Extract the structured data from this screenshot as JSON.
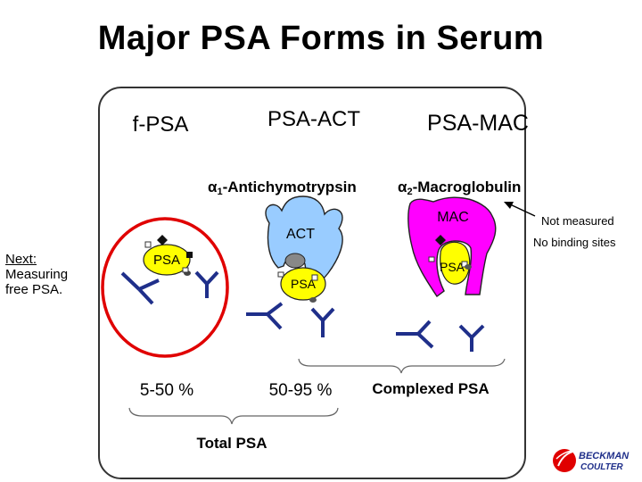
{
  "title": "Major PSA Forms in Serum",
  "forms": {
    "free": {
      "heading": "f-PSA",
      "molecule": "PSA",
      "percentage": "5-50 %"
    },
    "act": {
      "heading": "PSA-ACT",
      "carrier": "α1-Antichymotrypsin",
      "carrier_symbol": "α",
      "carrier_sub": "1",
      "carrier_rest": "-Antichymotrypsin",
      "molecule": "PSA",
      "complex_label": "ACT",
      "percentage": "50-95 %"
    },
    "mac": {
      "heading": "PSA-MAC",
      "carrier": "α2-Macroglobulin",
      "carrier_symbol": "α",
      "carrier_sub": "2",
      "carrier_rest": "-Macroglobulin",
      "molecule": "PSA",
      "complex_label": "MAC"
    }
  },
  "notes": {
    "not_measured": "Not measured",
    "no_binding": "No binding sites"
  },
  "brackets": {
    "complexed": "Complexed PSA",
    "total": "Total PSA"
  },
  "side_note": {
    "next_label": "Next:",
    "line1": "Measuring",
    "line2": "free PSA."
  },
  "logo": {
    "line1": "BECKMAN",
    "line2": "COULTER"
  },
  "colors": {
    "psa": "#ffff00",
    "act": "#99ccff",
    "mac": "#ff00ff",
    "antibody": "#1f2f8a",
    "highlight": "#e00000",
    "epitope_dark": "#111111"
  }
}
